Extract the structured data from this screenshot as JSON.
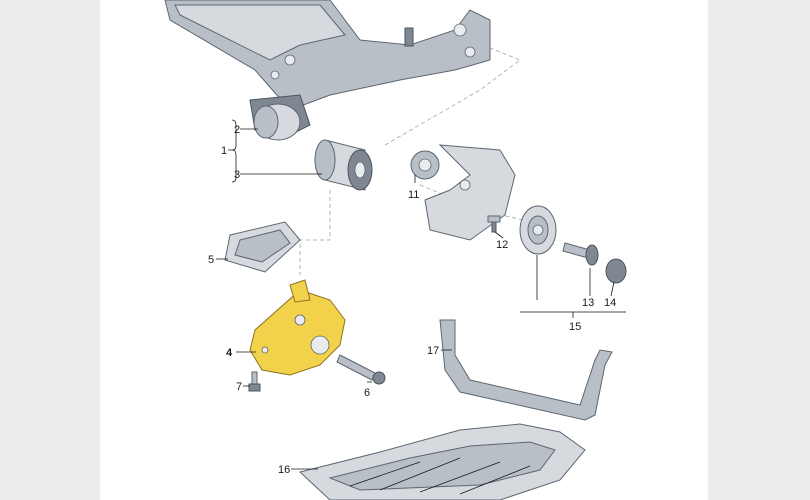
{
  "labels": {
    "l1": "1",
    "l2": "2",
    "l3": "3",
    "l4": "4",
    "l5": "5",
    "l6": "6",
    "l7": "7",
    "l11": "11",
    "l12": "12",
    "l13": "13",
    "l14": "14",
    "l15": "15",
    "l16": "16",
    "l17": "17"
  },
  "colors": {
    "highlight": "#f2d24a",
    "part": "#b9bfc6",
    "sheet": "#ffffff",
    "frame": "#ececec"
  }
}
